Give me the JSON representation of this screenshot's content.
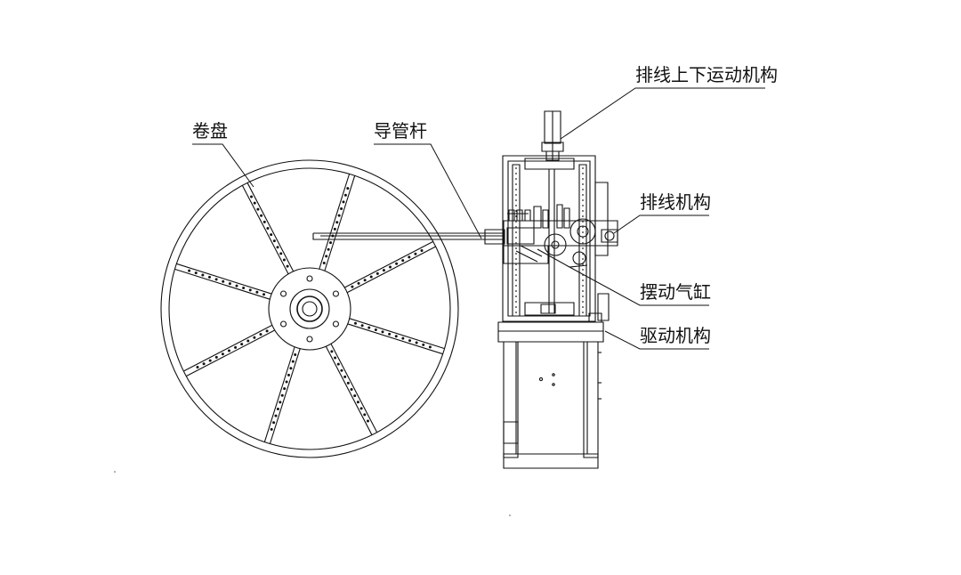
{
  "labels": {
    "reel": "卷盘",
    "guide_rod": "导管杆",
    "vertical_motion": "排线上下运动机构",
    "cable_arranging": "排线机构",
    "swing_cylinder": "摆动气缸",
    "drive": "驱动机构"
  },
  "colors": {
    "line": "#111111",
    "background": "#ffffff"
  },
  "reel": {
    "spoke_count": 8
  }
}
